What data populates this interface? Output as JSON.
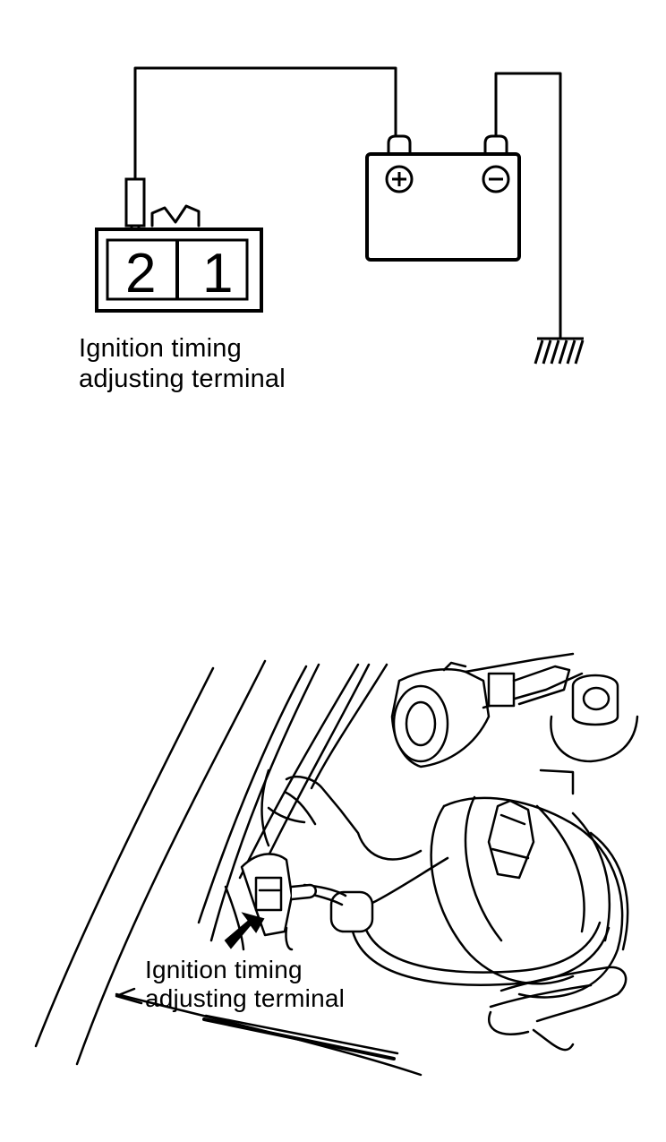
{
  "top_diagram": {
    "connector_pins": [
      "2",
      "1"
    ],
    "battery_positive": "+",
    "battery_negative": "−",
    "label_line1": "Ignition timing",
    "label_line2": "adjusting terminal"
  },
  "bottom_illustration": {
    "label_line1": "Ignition timing",
    "label_line2": "adjusting terminal"
  },
  "colors": {
    "ink": "#000000",
    "paper": "#ffffff"
  }
}
